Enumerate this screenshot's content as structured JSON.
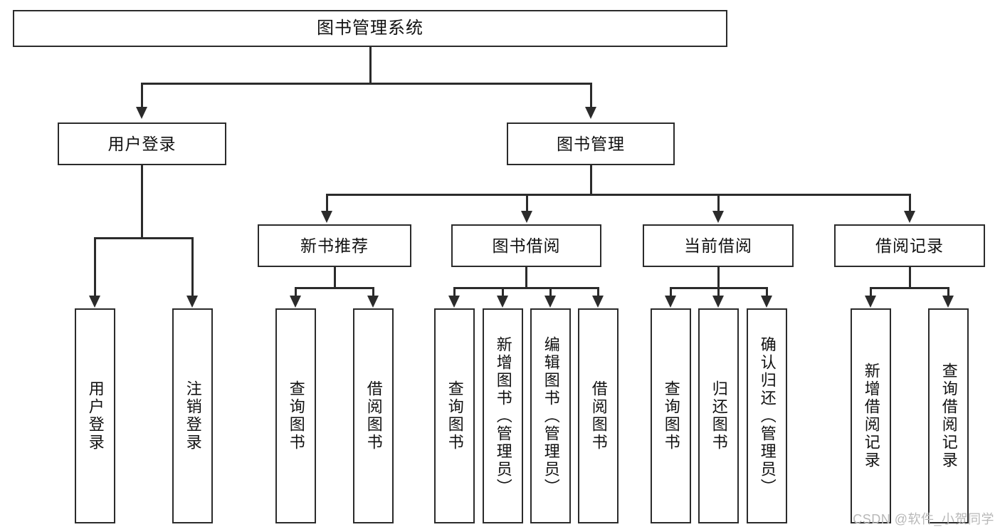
{
  "diagram": {
    "type": "tree-hierarchy-diagram",
    "title": "图书管理系统",
    "watermark": "CSDN @软件_小贺同学",
    "colors": {
      "stroke": "#2b2b2b",
      "fill": "#ffffff",
      "text": "#111111",
      "watermark": "#b8b8b8"
    },
    "nodes": {
      "root": {
        "label": "图书管理系统"
      },
      "level2": [
        {
          "id": "user-login",
          "label": "用户登录"
        },
        {
          "id": "book-manage",
          "label": "图书管理"
        }
      ],
      "level3": [
        {
          "id": "new-book-recommend",
          "label": "新书推荐"
        },
        {
          "id": "book-borrow",
          "label": "图书借阅"
        },
        {
          "id": "current-borrow",
          "label": "当前借阅"
        },
        {
          "id": "borrow-record",
          "label": "借阅记录"
        }
      ],
      "leaves": [
        {
          "id": "leaf-user-login",
          "parent": "user-login",
          "label": "用户登录"
        },
        {
          "id": "leaf-user-logout",
          "parent": "user-login",
          "label": "注销登录"
        },
        {
          "id": "leaf-query-book-1",
          "parent": "new-book-recommend",
          "label": "查询图书"
        },
        {
          "id": "leaf-borrow-book-1",
          "parent": "new-book-recommend",
          "label": "借阅图书"
        },
        {
          "id": "leaf-query-book-2",
          "parent": "book-borrow",
          "label": "查询图书"
        },
        {
          "id": "leaf-add-book",
          "parent": "book-borrow",
          "label": "新增图书（管理员）"
        },
        {
          "id": "leaf-edit-book",
          "parent": "book-borrow",
          "label": "编辑图书（管理员）"
        },
        {
          "id": "leaf-borrow-book-2",
          "parent": "book-borrow",
          "label": "借阅图书"
        },
        {
          "id": "leaf-query-book-3",
          "parent": "current-borrow",
          "label": "查询图书"
        },
        {
          "id": "leaf-return-book",
          "parent": "current-borrow",
          "label": "归还图书"
        },
        {
          "id": "leaf-confirm-return",
          "parent": "current-borrow",
          "label": "确认归还（管理员）"
        },
        {
          "id": "leaf-add-record",
          "parent": "borrow-record",
          "label": "新增借阅记录"
        },
        {
          "id": "leaf-query-record",
          "parent": "borrow-record",
          "label": "查询借阅记录"
        }
      ]
    }
  }
}
